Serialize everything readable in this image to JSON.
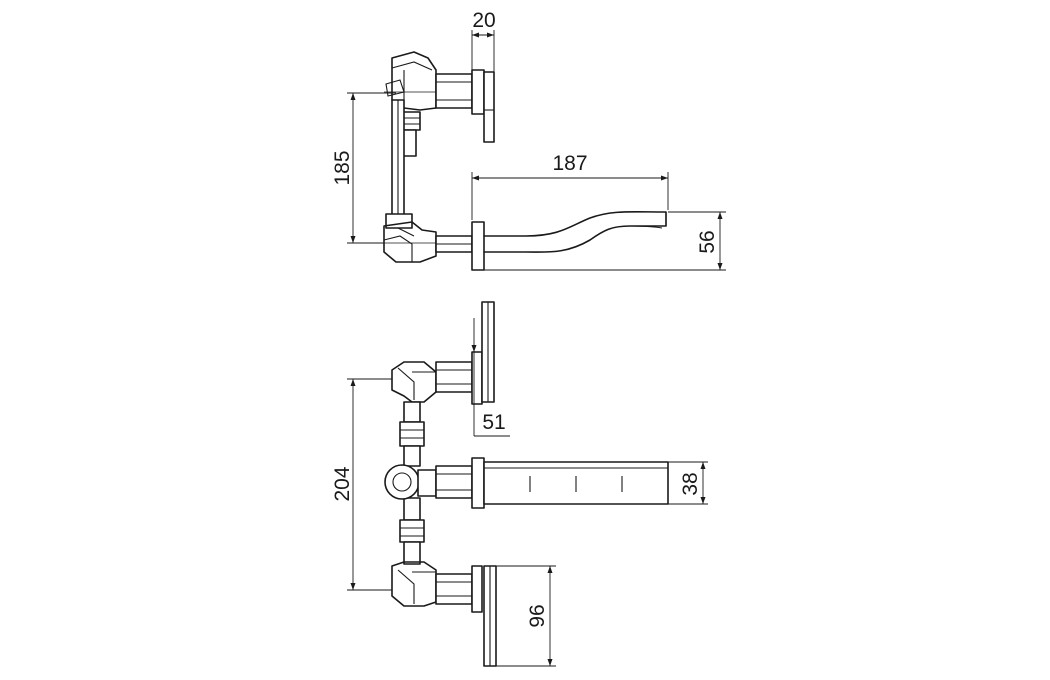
{
  "dimensions": {
    "top_width": "20",
    "left_height": "185",
    "spout_length": "187",
    "spout_height": "56",
    "bottom_offset": "51",
    "bottom_height": "204",
    "spout_depth": "38",
    "handle_height": "96"
  },
  "colors": {
    "line": "#1a1a1a",
    "background": "#ffffff"
  }
}
